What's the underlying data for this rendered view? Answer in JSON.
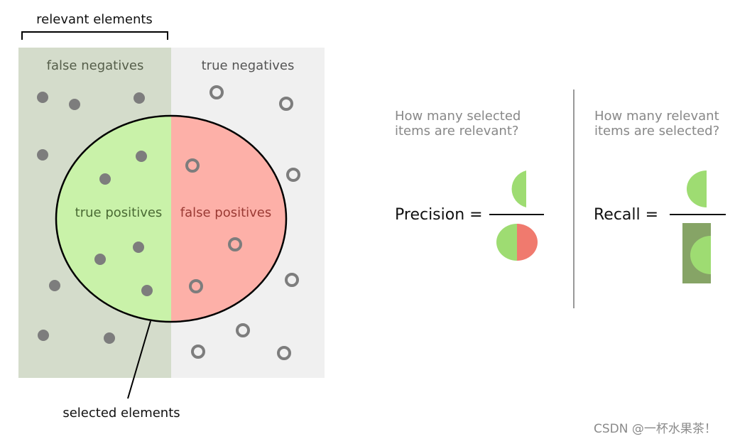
{
  "labels": {
    "relevant_elements": "relevant elements",
    "false_negatives": "false negatives",
    "true_negatives": "true negatives",
    "true_positives": "true positives",
    "false_positives": "false positives",
    "selected_elements": "selected elements"
  },
  "precision": {
    "question_line1": "How many selected",
    "question_line2": "items are relevant?",
    "label": "Precision ="
  },
  "recall": {
    "question_line1": "How many relevant",
    "question_line2": "items are selected?",
    "label": "Recall ="
  },
  "watermark": "CSDN @一杯水果茶！",
  "colors": {
    "relevant_region": "#d4dccb",
    "irrelevant_region": "#f0f0f0",
    "true_positive": "#c9f2a9",
    "false_positive": "#fdb0a8",
    "dot": "#7d7d7d",
    "precision_green": "#9edc72",
    "precision_red": "#f07a6e",
    "recall_dark": "#86a466",
    "divider": "#999999"
  }
}
